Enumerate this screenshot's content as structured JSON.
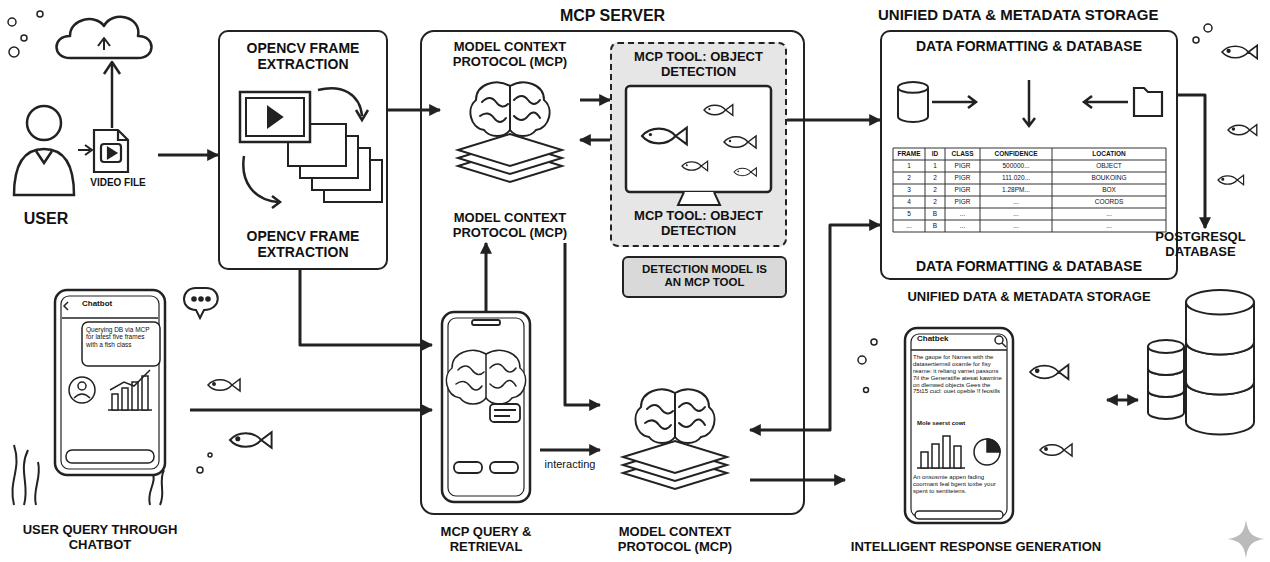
{
  "diagram": {
    "nodes": [
      {
        "text": [
          "USER"
        ]
      },
      {
        "text": [
          "OPENCV FRAME EXTRACTION",
          "OPENCV FRAME EXTRACTION"
        ]
      },
      {
        "text": [
          "MCP SERVER"
        ]
      },
      {
        "text": [
          "MODEL CONTEXT PROTOCOL (MCP)",
          "MODEL CONTEXT PROTOCOL (MCP)"
        ],
        "in": 2
      },
      {
        "text": [
          "MCP TOOL: OBJECT DETECTION",
          "MCP TOOL: OBJECT DETECTION"
        ],
        "in": 2
      },
      {
        "text": [
          "DETECTION MODEL IS AN MCP TOOL"
        ],
        "in": 2
      },
      {
        "text": [
          "MCP QUERY & RETRIEVAL"
        ],
        "in": 2
      },
      {
        "text": [
          "MODEL CONTEXT PROTOCOL (MCP)"
        ],
        "in": 2
      },
      {
        "text": [
          "UNIFIED DATA & METADATA STORAGE",
          "DATA FORMATTING & DATABASE",
          "DATA FORMATTING & DATABASE"
        ]
      },
      {
        "text": [
          "POSTGRESQL DATABASE"
        ]
      },
      {
        "text": [
          "Chatbot",
          "Querying DB via MCP for latest five frames with a fish class",
          "USER QUERY THROUGH CHATBOT"
        ]
      },
      {
        "text": [
          "Chatbek",
          "The gaope for Names with the datasertiernsil oxamle for fisy reame: it reliang varnet passons 7il the Generatifie atesat kawnine on dlenwed objects Gees the 75t15 cucl: ouet opeble !f feosills",
          "Mole seerst cowt",
          "An onsosmie appen fading coormant feal bgent toxbe your spent to sentiteiens.",
          "INTELLIGENT RESPONSE GENERATION"
        ]
      }
    ],
    "edges": [
      {
        "from": 0,
        "to": 1,
        "arrow": "to"
      },
      {
        "from": 1,
        "to": 3,
        "arrow": "to"
      },
      {
        "from": 3,
        "to": 4,
        "arrow": "to"
      },
      {
        "from": 4,
        "to": 3,
        "arrow": "to"
      },
      {
        "from": 4,
        "to": 8,
        "arrow": "to"
      },
      {
        "from": 8,
        "to": 9,
        "arrow": "to"
      },
      {
        "from": 1,
        "to": 6,
        "arrow": "to"
      },
      {
        "from": 10,
        "to": 6,
        "arrow": "to"
      },
      {
        "from": 6,
        "to": 3,
        "arrow": "to"
      },
      {
        "from": 6,
        "to": 7,
        "label": "interacting",
        "arrow": "to"
      },
      {
        "from": 3,
        "to": 7,
        "arrow": "to"
      },
      {
        "from": 7,
        "to": 8,
        "arrow": "both"
      },
      {
        "from": 7,
        "to": 11,
        "arrow": "to"
      },
      {
        "from": 9,
        "to": 11,
        "arrow": "both"
      }
    ],
    "labels": [
      "VIDEO FILE",
      "UNIFIED DATA & METADATA STORAGE",
      "FRAME",
      "ID",
      "CLASS",
      "CONFIDENCE",
      "LOCATION",
      "1",
      "1",
      "PIGR",
      "500000...",
      "OBJECT",
      "2",
      "2",
      "PIGR",
      "111.020...",
      "BOUKOING",
      "3",
      "2",
      "PIGR",
      "1.28PM...",
      "BOX",
      "4",
      "2",
      "PIGR",
      "...",
      "COORDS",
      "5",
      "B",
      "...",
      "...",
      "...",
      "...",
      "B",
      "...",
      "...",
      "..."
    ]
  }
}
